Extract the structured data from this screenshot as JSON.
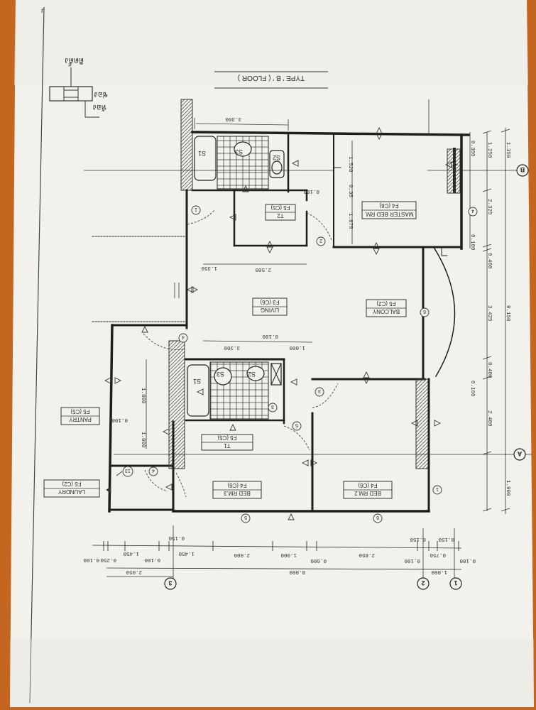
{
  "sheet": {
    "title": "TYPE ' B ' ( FLOOR )",
    "legend": {
      "top_label": "ห้อง",
      "side_label": "ช่อง",
      "bottom_label": "ติดตั้ง"
    }
  },
  "rooms": {
    "master": {
      "name": "MASTER BED RM.",
      "spec": "F4 (C6)"
    },
    "t2": {
      "name": "T2",
      "spec": "F5 (C5)"
    },
    "living": {
      "name": "LIVING",
      "spec": "F3 (C6)"
    },
    "balcony": {
      "name": "BALCONY",
      "spec": "F5 (C2)"
    },
    "pantry": {
      "name": "PANTRY",
      "spec": "F5 (C5)"
    },
    "laundry": {
      "name": "LAUNDRY",
      "spec": "F5 (C2)"
    },
    "t1": {
      "name": "T1",
      "spec": "F5 (C5)"
    },
    "bed3": {
      "name": "BED RM.3",
      "spec": "F4 (C6)"
    },
    "bed2": {
      "name": "BED RM.2",
      "spec": "F4 (C6)"
    }
  },
  "fixtures": {
    "s1": "S1",
    "s2": "S2",
    "s3": "S3"
  },
  "dims": {
    "top_width": "3.300",
    "level_upper": "0.100",
    "level_living": "0.100",
    "d_1520": "1.520",
    "d_035": "0.35",
    "d_1875": "1.875",
    "d_1350": "1.350",
    "d_2500": "2.500",
    "d_3300b": "3.300",
    "d_1000": "1.000",
    "d_1800": "1.800",
    "d_1000b": "1.000",
    "d_0100c": "0.100",
    "right_1350": "1.350",
    "right_1250": "1.250",
    "right_0300": "0.300",
    "right_2325": "2.325",
    "right_0100a": "0.100",
    "right_0400a": "0.400",
    "right_3425": "3.425",
    "right_9150": "9.150",
    "right_0400b": "0.400",
    "right_0100b": "0.100",
    "right_2400": "2.400",
    "right_1900": "1.900",
    "b_0100a": "0.100",
    "b_0250": "0.250",
    "b_1450a": "1.450",
    "b_0100b": "0.100",
    "b_1450b": "1.450",
    "b_2000": "2.000",
    "b_1000": "1.000",
    "b_0600": "0.600",
    "b_2850": "2.850",
    "b_0100c": "0.100",
    "b_0750": "0.750",
    "b_0100d": "0.100",
    "b_0150a": "0.150",
    "b_0150b": "0.150",
    "b_0150c": "0.150",
    "b_2050": "2.050",
    "b_8000": "8.000",
    "b_1000c": "1.000"
  },
  "grid_markers": {
    "g3": "3",
    "g2": "2",
    "g1": "1",
    "gA": "A",
    "gB": "B"
  },
  "door_tags": {
    "d1": "1",
    "d2": "2",
    "d3": "3",
    "d4": "4",
    "d5": "5",
    "d6": "6",
    "d3b": "3",
    "d4b": "4",
    "d5b": "5",
    "d13": "13",
    "d4c": "4",
    "d6b": "6"
  },
  "colors": {
    "background": "#c4661f",
    "paper": "#f3f1ec",
    "ink": "#1e1e1e"
  }
}
